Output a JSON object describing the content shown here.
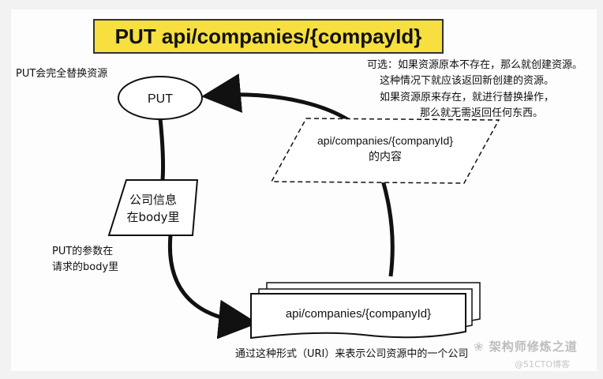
{
  "title": "PUT api/companies/{compayId}",
  "nodes": {
    "put": "PUT",
    "body_info": [
      "公司信息",
      "在body里"
    ],
    "content": [
      "api/companies/{companyId}",
      "的内容"
    ],
    "resource": "api/companies/{companyId}"
  },
  "notes": {
    "put_replace": "PUT会完全替换资源",
    "optional": [
      "可选：如果资源原本不存在，那么就创建资源。",
      "这种情况下就应该返回新创建的资源。",
      "如果资源原来存在，就进行替换操作，",
      "那么就无需返回任何东西。"
    ],
    "params": [
      "PUT的参数在",
      "请求的body里"
    ],
    "uri": "通过这种形式（URI）来表示公司资源中的一个公司"
  },
  "watermarks": {
    "main": "架构师修炼之道",
    "site": "@51CTO博客"
  },
  "colors": {
    "title_bg": "#f6df3f",
    "line": "#111111"
  }
}
